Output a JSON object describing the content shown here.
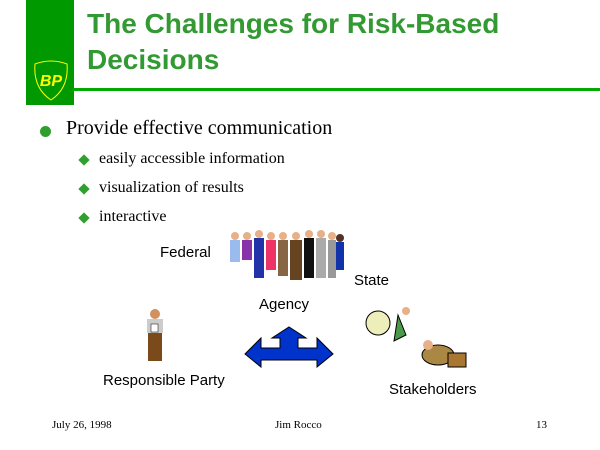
{
  "logo": {
    "text": "BP",
    "colors": {
      "green": "#009900",
      "yellow": "#ffff00"
    }
  },
  "title": [
    "The Challenges for Risk-Based",
    "Decisions"
  ],
  "bullet": "Provide effective communication",
  "sub_bullets": [
    "easily accessible information",
    "visualization of results",
    "interactive"
  ],
  "diagram": {
    "federal": "Federal",
    "state": "State",
    "agency": "Agency",
    "responsible_party": "Responsible Party",
    "stakeholders": "Stakeholders"
  },
  "footer": {
    "date": "July 26, 1998",
    "author": "Jim Rocco",
    "page": "13"
  }
}
